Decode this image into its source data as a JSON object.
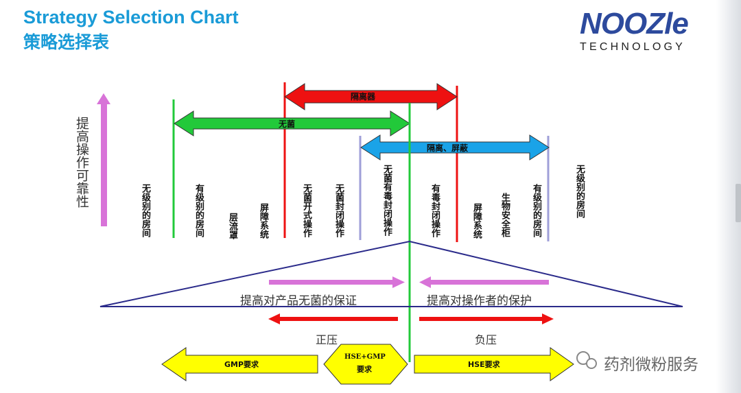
{
  "header": {
    "title_en": "Strategy Selection Chart",
    "title_zh": "策略选择表"
  },
  "logo": {
    "wordmark": "NOOZle",
    "subtitle": "TECHNOLOGY",
    "color": "#2d4a9d"
  },
  "diagram": {
    "left_axis_label": "提高操作可靠性",
    "top_arrows": {
      "isolator": "隔离器",
      "sterile": "无菌",
      "isolation_shield": "隔离、屏蔽"
    },
    "categories": [
      "无级别的房间",
      "有级别的房间",
      "层流罩",
      "屏障系统",
      "无菌开式操作",
      "无菌封闭操作",
      "无菌有毒封闭操作",
      "有毒封闭操作",
      "屏障系统",
      "生物安全柜",
      "有级别的房间",
      "无级别的房间"
    ],
    "protection": {
      "product": "提高对产品无菌的保证",
      "operator": "提高对操作者的保护"
    },
    "pressure": {
      "positive": "正压",
      "negative": "负压"
    },
    "requirements": {
      "gmp": "GMP要求",
      "hse_gmp_line1": "HSE+GMP",
      "hse_gmp_line2": "要求",
      "hse": "HSE要求"
    }
  },
  "watermark": {
    "text": "药剂微粉服务",
    "icon": "wechat-icon"
  },
  "colors": {
    "accent": "#1a9bd7",
    "red": "#ee1111",
    "green": "#22c93a",
    "blue": "#1aa3e8",
    "magenta": "#d873d8",
    "yellow": "#ffff00",
    "navy": "#2a2a8a"
  }
}
